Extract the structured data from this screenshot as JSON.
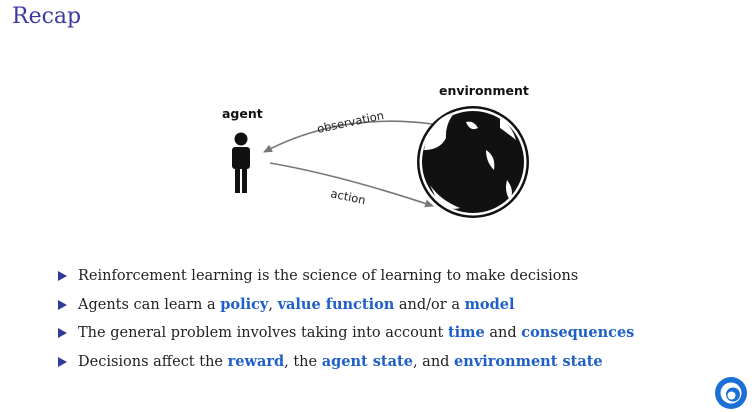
{
  "slide": {
    "title": "Recap"
  },
  "diagram": {
    "agent_label": "agent",
    "environment_label": "environment",
    "observation_label": "observation",
    "action_label": "action"
  },
  "bullets": [
    {
      "parts": [
        {
          "text": "Reinforcement learning is the science of learning to make decisions",
          "kw": false
        }
      ]
    },
    {
      "parts": [
        {
          "text": "Agents can learn a ",
          "kw": false
        },
        {
          "text": "policy",
          "kw": true
        },
        {
          "text": ", ",
          "kw": false
        },
        {
          "text": "value function",
          "kw": true
        },
        {
          "text": " and/or a ",
          "kw": false
        },
        {
          "text": "model",
          "kw": true
        }
      ]
    },
    {
      "parts": [
        {
          "text": "The general problem involves taking into account ",
          "kw": false
        },
        {
          "text": "time",
          "kw": true
        },
        {
          "text": " and ",
          "kw": false
        },
        {
          "text": "consequences",
          "kw": true
        }
      ]
    },
    {
      "parts": [
        {
          "text": "Decisions affect the ",
          "kw": false
        },
        {
          "text": "reward",
          "kw": true
        },
        {
          "text": ", the ",
          "kw": false
        },
        {
          "text": "agent state",
          "kw": true
        },
        {
          "text": ", and ",
          "kw": false
        },
        {
          "text": "environment state",
          "kw": true
        }
      ]
    }
  ],
  "colors": {
    "title": "#3a3a9e",
    "keyword": "#1f5fc9",
    "bullet": "#2f3d9a",
    "logo": "#1b6fd6"
  },
  "icons": {
    "agent": "person-icon",
    "environment": "globe-icon",
    "logo": "brand-logo-icon",
    "bullet": "triangle-bullet-icon"
  }
}
